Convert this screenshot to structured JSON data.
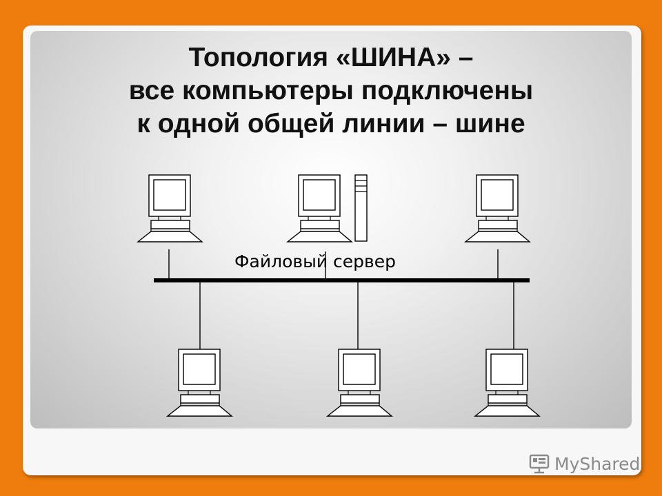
{
  "title": {
    "line1": "Топология «ШИНА» –",
    "line2": "все компьютеры подключены",
    "line3": "к одной общей линии – шине"
  },
  "diagram": {
    "server_label": "Файловый сервер",
    "top_nodes": [
      "computer",
      "file-server",
      "computer"
    ],
    "bottom_nodes": [
      "computer",
      "computer",
      "computer"
    ]
  },
  "watermark": {
    "text": "MyShared",
    "icon": "myshared-logo-icon"
  },
  "colors": {
    "background": "#ef7d0d",
    "bus_line": "#000000",
    "text": "#111111"
  }
}
